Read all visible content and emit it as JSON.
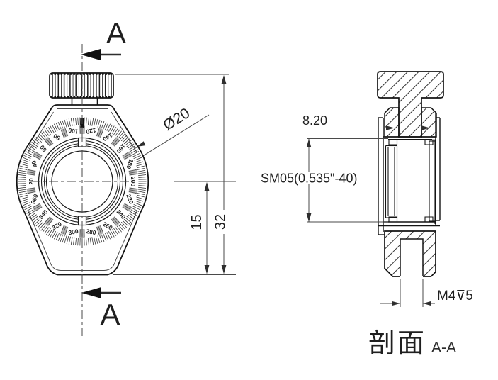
{
  "front_view": {
    "section_cut_label_top": "A",
    "section_cut_label_bottom": "A",
    "dial_labels": [
      "20",
      "40",
      "60",
      "80",
      "100",
      "120",
      "140",
      "160",
      "180",
      "200",
      "220",
      "240",
      "260",
      "280",
      "300",
      "320",
      "340",
      "360"
    ],
    "dims": {
      "aperture_diameter": "Ø20",
      "center_height": "15",
      "overall_height": "32"
    }
  },
  "section_view": {
    "dims": {
      "front_depth": "8.20",
      "thread": "SM05(0.535\"-40)",
      "mounting_hole": "M4⊽5"
    }
  },
  "caption": {
    "section_word": "剖面",
    "section_id": "A-A"
  },
  "colors": {
    "line": "#141414",
    "thin_line": "#4a4a4a",
    "hatch": "#333333",
    "background": "#ffffff"
  }
}
